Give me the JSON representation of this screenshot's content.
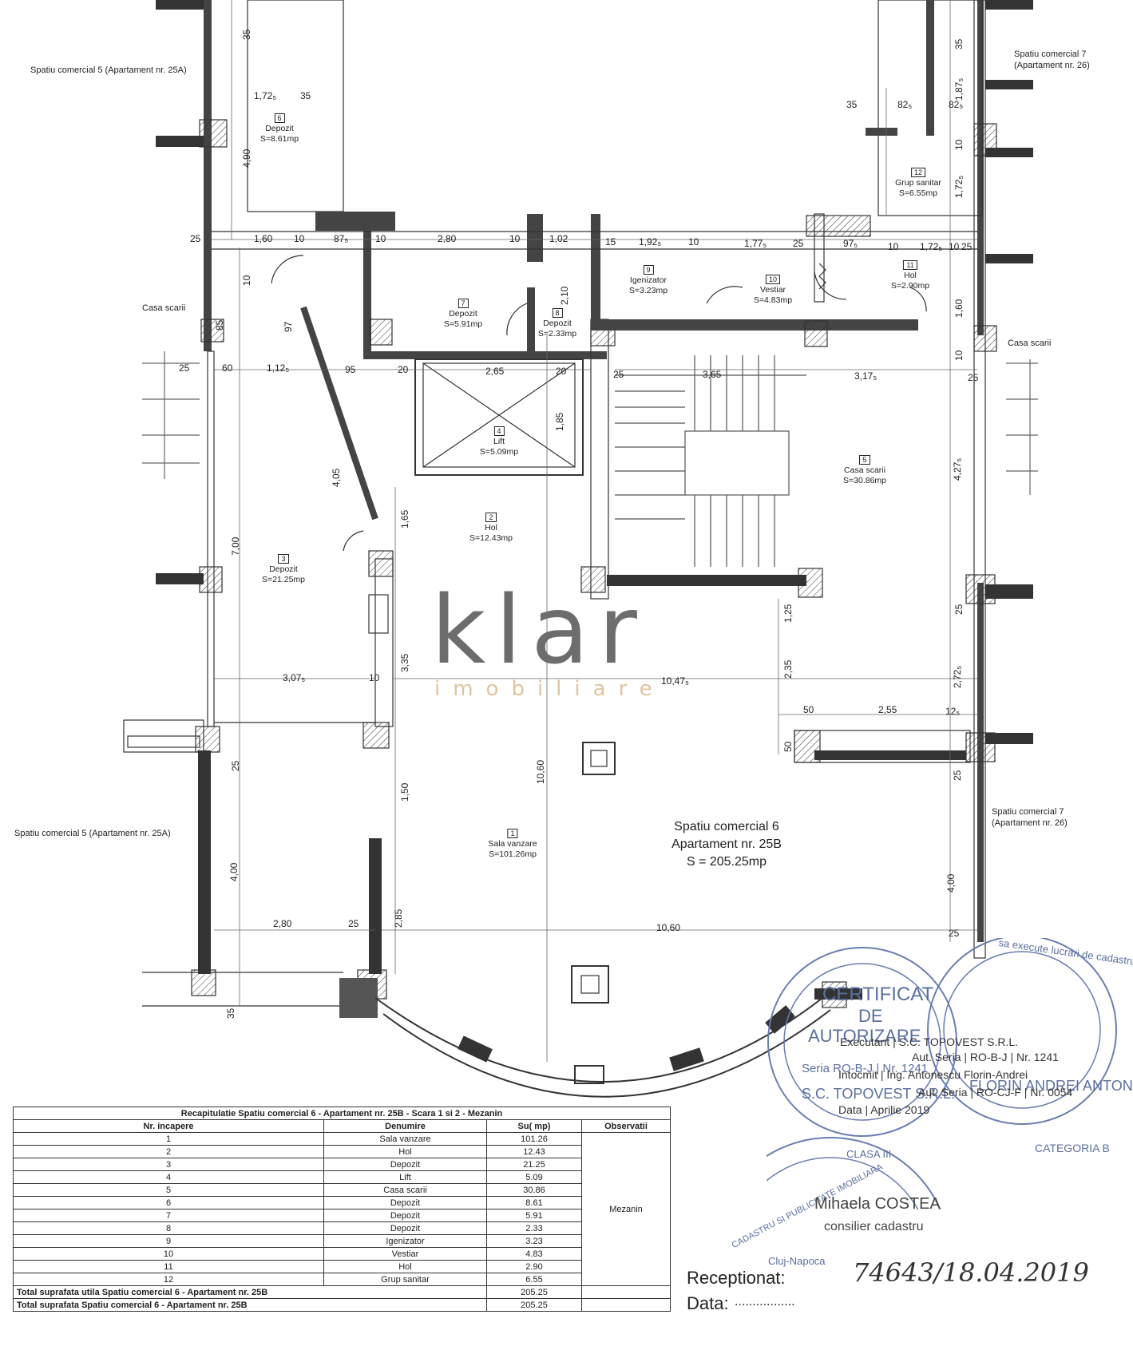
{
  "labels": {
    "sp5_top": "Spatiu comercial 5 (Apartament nr. 25A)",
    "sp5_bottom": "Spatiu comercial 5 (Apartament nr. 25A)",
    "sp7_top_line1": "Spatiu comercial 7",
    "sp7_top_line2": "(Apartament nr. 26)",
    "sp7_bottom_line1": "Spatiu comercial 7",
    "sp7_bottom_line2": "(Apartament nr. 26)",
    "casa_scarii_left": "Casa scarii",
    "casa_scarii_right": "Casa scarii",
    "main_line1": "Spatiu comercial 6",
    "main_line2": "Apartament nr. 25B",
    "main_line3": "S = 205.25mp"
  },
  "rooms": [
    {
      "num": "1",
      "name": "Sala vanzare",
      "area": "S=101.26mp"
    },
    {
      "num": "2",
      "name": "Hol",
      "area": "S=12.43mp"
    },
    {
      "num": "3",
      "name": "Depozit",
      "area": "S=21.25mp"
    },
    {
      "num": "4",
      "name": "Lift",
      "area": "S=5.09mp"
    },
    {
      "num": "5",
      "name": "Casa scarii",
      "area": "S=30.86mp"
    },
    {
      "num": "6",
      "name": "Depozit",
      "area": "S=8.61mp"
    },
    {
      "num": "7",
      "name": "Depozit",
      "area": "S=5.91mp"
    },
    {
      "num": "8",
      "name": "Depozit",
      "area": "S=2.33mp"
    },
    {
      "num": "9",
      "name": "Igenizator",
      "area": "S=3.23mp"
    },
    {
      "num": "10",
      "name": "Vestiar",
      "area": "S=4.83mp"
    },
    {
      "num": "11",
      "name": "Hol",
      "area": "S=2.90mp"
    },
    {
      "num": "12",
      "name": "Grup sanitar",
      "area": "S=6.55mp"
    }
  ],
  "dims": {
    "d35a": "35",
    "d172": "1,72₅",
    "d35b": "35",
    "d490": "4,90",
    "d25a": "25",
    "d160a": "1,60",
    "d10a": "10",
    "d87": "87₅",
    "d10b": "10",
    "d280a": "2,80",
    "d10c": "10",
    "d102": "1,02",
    "d15": "15",
    "d192": "1,92₅",
    "d10d": "10",
    "d177": "1,77₅",
    "d25b": "25",
    "d97": "97₅",
    "d10e": "10",
    "d172b": "1,72₅",
    "d10f": "10",
    "d25c": "25",
    "d35c": "35",
    "d82a": "82₅",
    "d82b": "82₅",
    "d35d": "35",
    "d187": "1,87₅",
    "d10g": "10",
    "d172c": "1,72₅",
    "d160b": "1,60",
    "d10h": "10",
    "d85": "85",
    "d97b": "97",
    "d210": "2,10",
    "d25d": "25",
    "d60": "60",
    "d112": "1,12₅",
    "d95": "95",
    "d20": "20",
    "d265": "2,65",
    "d20b": "20",
    "d25e": "25",
    "d365": "3,65",
    "d317": "3,17₅",
    "d25f": "25",
    "d185": "1,85",
    "d405": "4,05",
    "d427": "4,27₅",
    "d165": "1,65",
    "d700": "7,00",
    "d25g": "25",
    "d125": "1,25",
    "d335": "3,35",
    "d307": "3,07₅",
    "d10i": "10",
    "d1047": "10,47₅",
    "d235": "2,35",
    "d272": "2,72₅",
    "d50a": "50",
    "d255": "2,55",
    "d12": "12₅",
    "d50b": "50",
    "d25h": "25",
    "d1060v": "10,60",
    "d150": "1,50",
    "d25i": "25",
    "d400a": "4,00",
    "d400b": "4,00",
    "d280b": "2,80",
    "d25j": "25",
    "d285": "2,85",
    "d1060h": "10,60",
    "d25k": "25",
    "d35e": "35"
  },
  "watermark": {
    "word": "klar",
    "sub": "imobiliare"
  },
  "recap": {
    "title": "Recapitulatie Spatiu comercial 6 - Apartament nr. 25B - Scara 1 si 2 - Mezanin",
    "headers": [
      "Nr. incapere",
      "Denumire",
      "Su( mp)",
      "Observatii"
    ],
    "rows": [
      [
        "1",
        "Sala vanzare",
        "101.26"
      ],
      [
        "2",
        "Hol",
        "12.43"
      ],
      [
        "3",
        "Depozit",
        "21.25"
      ],
      [
        "4",
        "Lift",
        "5.09"
      ],
      [
        "5",
        "Casa scarii",
        "30.86"
      ],
      [
        "6",
        "Depozit",
        "8.61"
      ],
      [
        "7",
        "Depozit",
        "5.91"
      ],
      [
        "8",
        "Depozit",
        "2.33"
      ],
      [
        "9",
        "Igenizator",
        "3.23"
      ],
      [
        "10",
        "Vestiar",
        "4.83"
      ],
      [
        "11",
        "Hol",
        "2.90"
      ],
      [
        "12",
        "Grup sanitar",
        "6.55"
      ]
    ],
    "observatii": "Mezanin",
    "total_util_label": "Total suprafata utila  Spatiu comercial 6 - Apartament nr. 25B",
    "total_util_value": "205.25",
    "total_label": "Total suprafata  Spatiu comercial 6 - Apartament nr. 25B",
    "total_value": "205.25"
  },
  "stamps": {
    "cert_l1": "CERTIFICAT",
    "cert_l2": "DE",
    "cert_l3": "AUTORIZARE",
    "cert_seria": "Seria RO-B-J | Nr. 1241",
    "cert_company": "S.C. TOPOVEST S.R.L.",
    "cert_clasa": "CLASA III",
    "cert_category": "CATEGORIA B",
    "cert2_name": "FLORIN ANDREI ANTONESCU",
    "executant": "Executant | S.C. TOPOVEST S.R.L.",
    "aut1": "Aut. Seria | RO-B-J | Nr. 1241",
    "intocmit": "Intocmit | Ing. Antonescu Florin-Andrei",
    "aut2": "Aut. Seria | RO-CJ-F | Nr. 0054",
    "data": "Data | Aprilie 2019",
    "ring_text": "sa execute lucrari de cadastru",
    "oncgc": "CADASTRU SI PUBLICITATE IMOBILIARA",
    "cluj": "Cluj-Napoca",
    "signer_name": "Mihaela COSTEA",
    "signer_role": "consilier cadastru"
  },
  "receipt": {
    "receptionat": "Receptionat:",
    "data_label": "Data:",
    "data_dots": ".................",
    "handwritten": "74643/18.04.2019"
  }
}
